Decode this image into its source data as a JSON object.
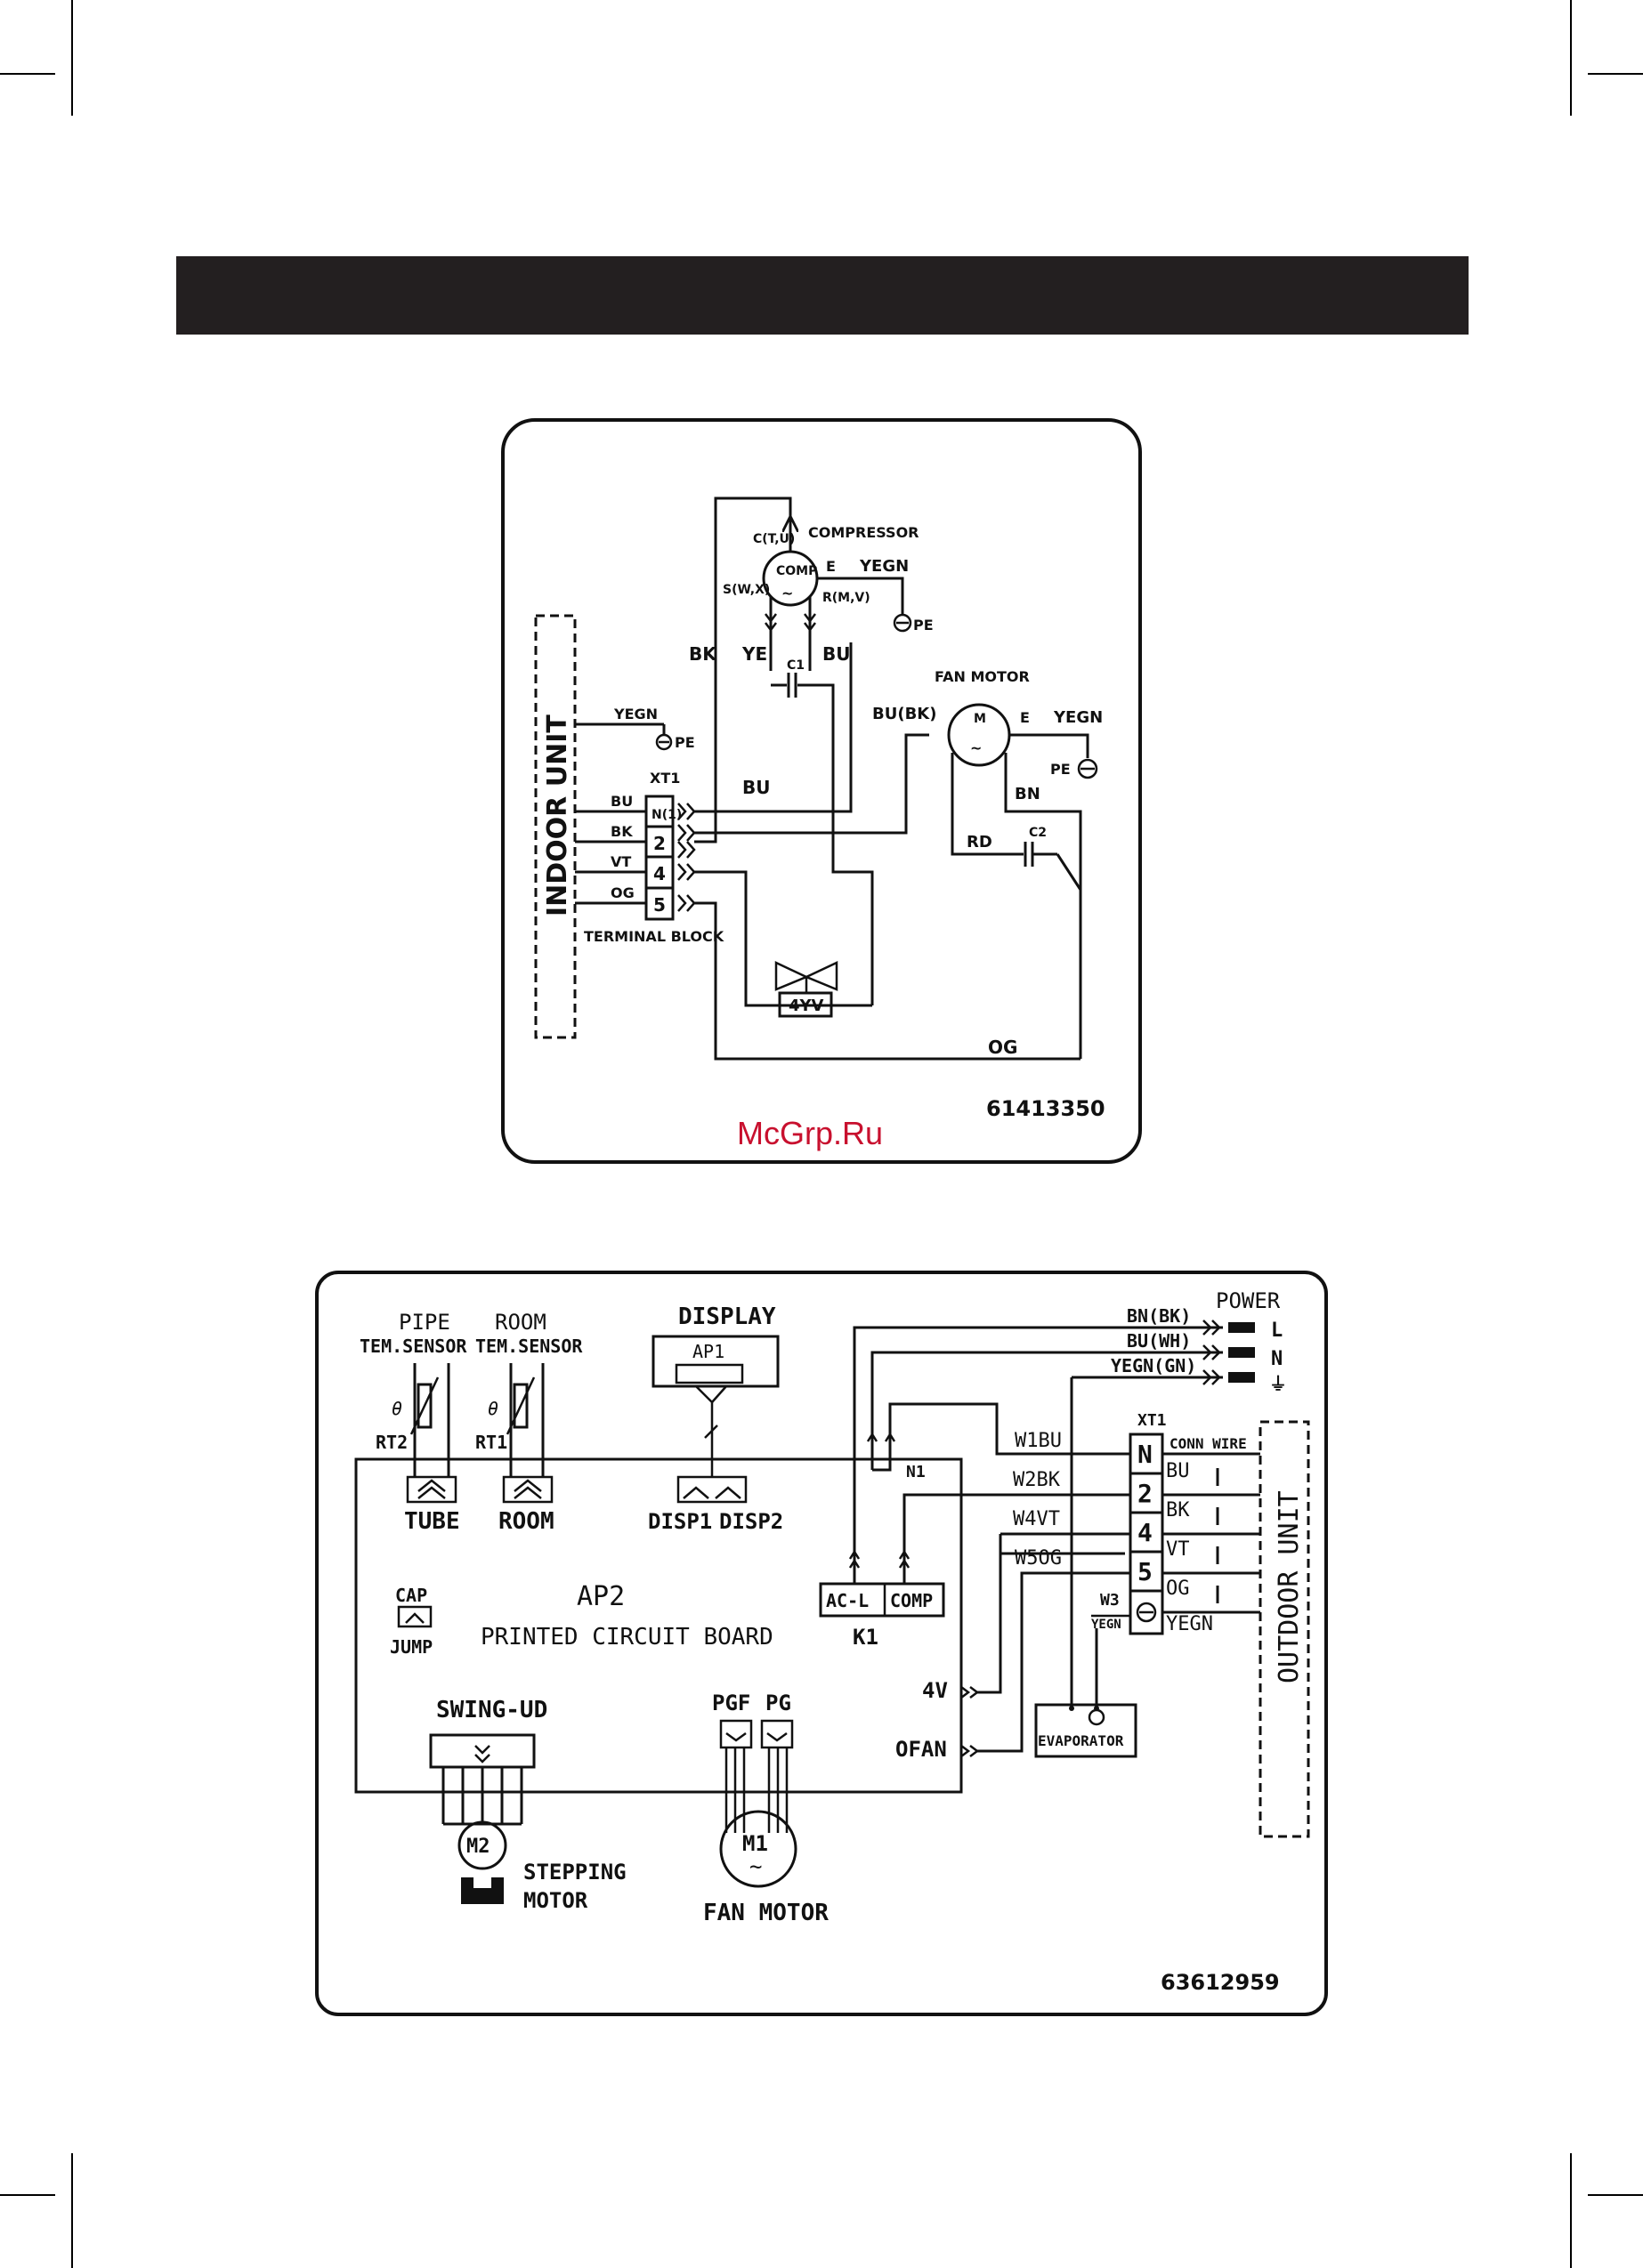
{
  "outdoor_diagram": {
    "unit_label": "INDOOR UNIT",
    "compressor": {
      "title": "COMPRESSOR",
      "label": "COMP",
      "pin_c": "C(T,U)",
      "pin_s": "S(W,X)",
      "pin_r": "R(M,V)",
      "pin_e": "E"
    },
    "capacitor_c1": "C1",
    "capacitor_c2": "C2",
    "fan_motor": {
      "title": "FAN MOTOR",
      "label": "M",
      "pin_e": "E"
    },
    "wires": {
      "bk": "BK",
      "ye": "YE",
      "bu": "BU",
      "bu_bk": "BU(BK)",
      "bn": "BN",
      "rd": "RD",
      "og": "OG",
      "yegn_comp": "YEGN",
      "yegn_fan": "YEGN",
      "yegn_unit": "YEGN"
    },
    "pe_comp": "PE",
    "pe_fan": "PE",
    "pe_unit": "PE",
    "terminal_block": {
      "title": "TERMINAL BLOCK",
      "id": "XT1",
      "wire_labels": [
        "BU",
        "BK",
        "VT",
        "OG"
      ],
      "terminals": [
        "N(1)",
        "2",
        "4",
        "5"
      ],
      "bu_line": "BU"
    },
    "valve_label": "4YV",
    "code": "61413350"
  },
  "watermark": "McGrp.Ru",
  "indoor_diagram": {
    "pipe_sensor": [
      "PIPE",
      "TEM.SENSOR"
    ],
    "room_sensor": [
      "ROOM",
      "TEM.SENSOR"
    ],
    "rt2": "RT2",
    "rt1": "RT1",
    "theta": "θ",
    "tube": "TUBE",
    "room": "ROOM",
    "display": "DISPLAY",
    "ap1": "AP1",
    "disp1": "DISP1",
    "disp2": "DISP2",
    "cap": "CAP",
    "jump": "JUMP",
    "ap2": "AP2",
    "pcb": "PRINTED CIRCUIT BOARD",
    "swing": "SWING-UD",
    "stepping_motor": [
      "STEPPING",
      "MOTOR"
    ],
    "m2": "M2",
    "pgf": "PGF",
    "pg": "PG",
    "m1": "M1",
    "fan_motor": "FAN  MOTOR",
    "acl": "AC-L",
    "comp": "COMP",
    "k1": "K1",
    "n1": "N1",
    "out_4v": "4V",
    "out_ofan": "OFAN",
    "evaporator": "EVAPORATOR",
    "power": {
      "title": "POWER",
      "l": "L",
      "n": "N",
      "ground": "⏚",
      "wire_l": "BN(BK)",
      "wire_n": "BU(WH)",
      "wire_g": "YEGN(GN)"
    },
    "terminal": {
      "id": "XT1",
      "conn_wire": "CONN WIRE",
      "terminals": [
        "N",
        "2",
        "4",
        "5"
      ],
      "colors": [
        "BU",
        "BK",
        "VT",
        "OG"
      ],
      "wires_in": [
        "W1BU",
        "W2BK",
        "W4VT",
        "W5OG"
      ],
      "w3": "W3",
      "yegn_in": "YEGN",
      "yegn_out": "YEGN"
    },
    "unit_label": "OUTDOOR UNIT",
    "code": "63612959"
  }
}
